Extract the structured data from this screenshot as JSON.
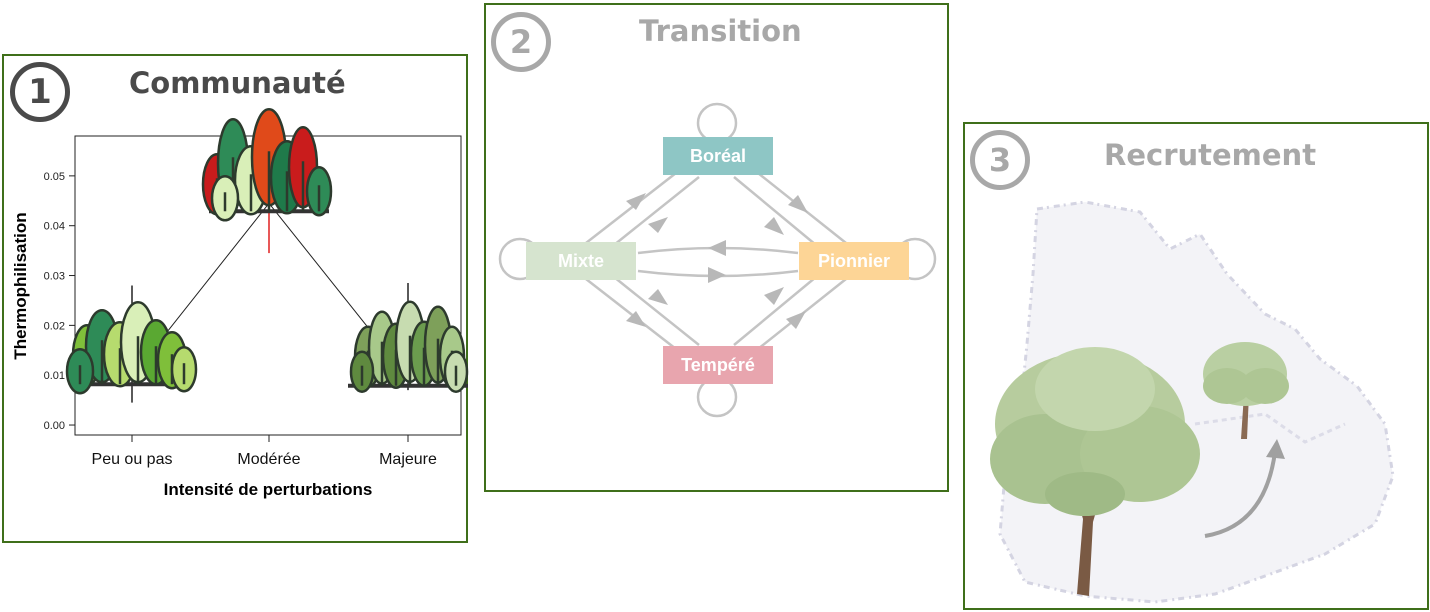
{
  "panels": [
    {
      "number": "1",
      "title": "Communauté"
    },
    {
      "number": "2",
      "title": "Transition"
    },
    {
      "number": "3",
      "title": "Recrutement"
    }
  ],
  "chart_data": {
    "type": "scatter",
    "categories": [
      "Peu ou pas",
      "Modérée",
      "Majeure"
    ],
    "values": [
      0.0098,
      0.0445,
      0.0095
    ],
    "error_low": [
      0.0045,
      0.0345,
      0.007
    ],
    "error_high": [
      0.028,
      0.056,
      0.0285
    ],
    "xlabel": "Intensité de perturbations",
    "ylabel": "Thermophilisation",
    "yticks": [
      "0.00",
      "0.01",
      "0.02",
      "0.03",
      "0.04",
      "0.05"
    ],
    "ylim": [
      -0.002,
      0.058
    ],
    "grid": false,
    "colors": {
      "line": "#222222",
      "error_mid": "#e02020"
    }
  },
  "transition": {
    "states": [
      {
        "label": "Boréal",
        "color": "#8ec6c5"
      },
      {
        "label": "Mixte",
        "color": "#d6e4cf"
      },
      {
        "label": "Pionnier",
        "color": "#fdd596"
      },
      {
        "label": "Tempéré",
        "color": "#e8a5ae"
      }
    ]
  },
  "colors": {
    "frame": "#3f6f1a",
    "title_dark": "#4a4a4a",
    "title_light": "#a8a8a8"
  }
}
